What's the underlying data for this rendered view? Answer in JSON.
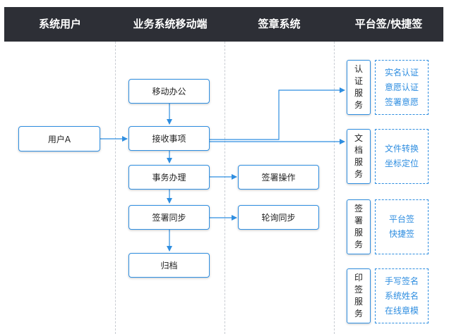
{
  "columns": [
    "系统用户",
    "业务系统移动端",
    "签章系统",
    "平台签/快捷签"
  ],
  "user_box": "用户A",
  "flow": [
    "移动办公",
    "接收事项",
    "事务办理",
    "签署同步",
    "归档"
  ],
  "sign_system": [
    "签署操作",
    "轮询同步"
  ],
  "services": [
    {
      "label": [
        "认",
        "证",
        "服",
        "务"
      ],
      "items": [
        "实名认证",
        "意愿认证",
        "签署意愿"
      ]
    },
    {
      "label": [
        "文",
        "档",
        "服",
        "务"
      ],
      "items": [
        "文件转换",
        "坐标定位"
      ]
    },
    {
      "label": [
        "签",
        "署",
        "服",
        "务"
      ],
      "items": [
        "平台签",
        "快捷签"
      ]
    },
    {
      "label": [
        "印",
        "签",
        "服",
        "务"
      ],
      "items": [
        "手写签名",
        "系统姓名",
        "在线章模"
      ]
    }
  ],
  "colors": {
    "header_bg": "#2d2f36",
    "accent": "#2f8ee0",
    "divider": "#c8ccd2"
  }
}
